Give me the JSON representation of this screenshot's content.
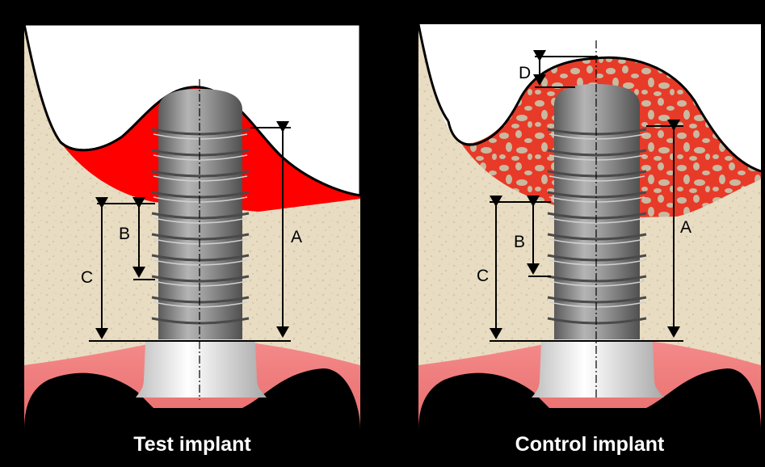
{
  "panels": [
    {
      "caption": "Test implant",
      "labels": {
        "a": "A",
        "b": "B",
        "c": "C"
      }
    },
    {
      "caption": "Control implant",
      "labels": {
        "a": "A",
        "b": "B",
        "c": "C",
        "d": "D"
      }
    }
  ],
  "colors": {
    "background": "#000000",
    "bone": "#e8dcc2",
    "sinus": "#ffffff",
    "graft_test": "#ff0000",
    "graft_control": "#e83a28",
    "graft_particles": "#c9b9a0",
    "gingiva": "#f08080",
    "implant": "#8a8a8a",
    "abutment": "#f2f2f2"
  }
}
